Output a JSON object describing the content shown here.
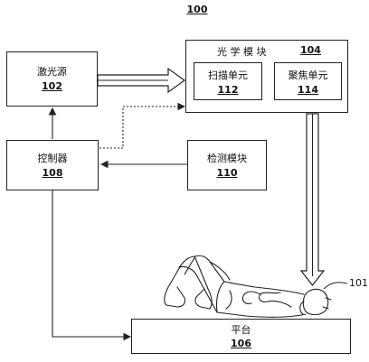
{
  "figure": {
    "number": "100"
  },
  "blocks": {
    "laser_source": {
      "label": "激光源",
      "number": "102"
    },
    "optical_module": {
      "label": "光 学 模 块",
      "number": "104"
    },
    "scan_unit": {
      "label": "扫描单元",
      "number": "112"
    },
    "focus_unit": {
      "label": "聚焦单元",
      "number": "114"
    },
    "controller": {
      "label": "控制器",
      "number": "108"
    },
    "detection_module": {
      "label": "检测模块",
      "number": "110"
    },
    "platform": {
      "label": "平台",
      "number": "106"
    }
  },
  "patient": {
    "number": "101"
  }
}
